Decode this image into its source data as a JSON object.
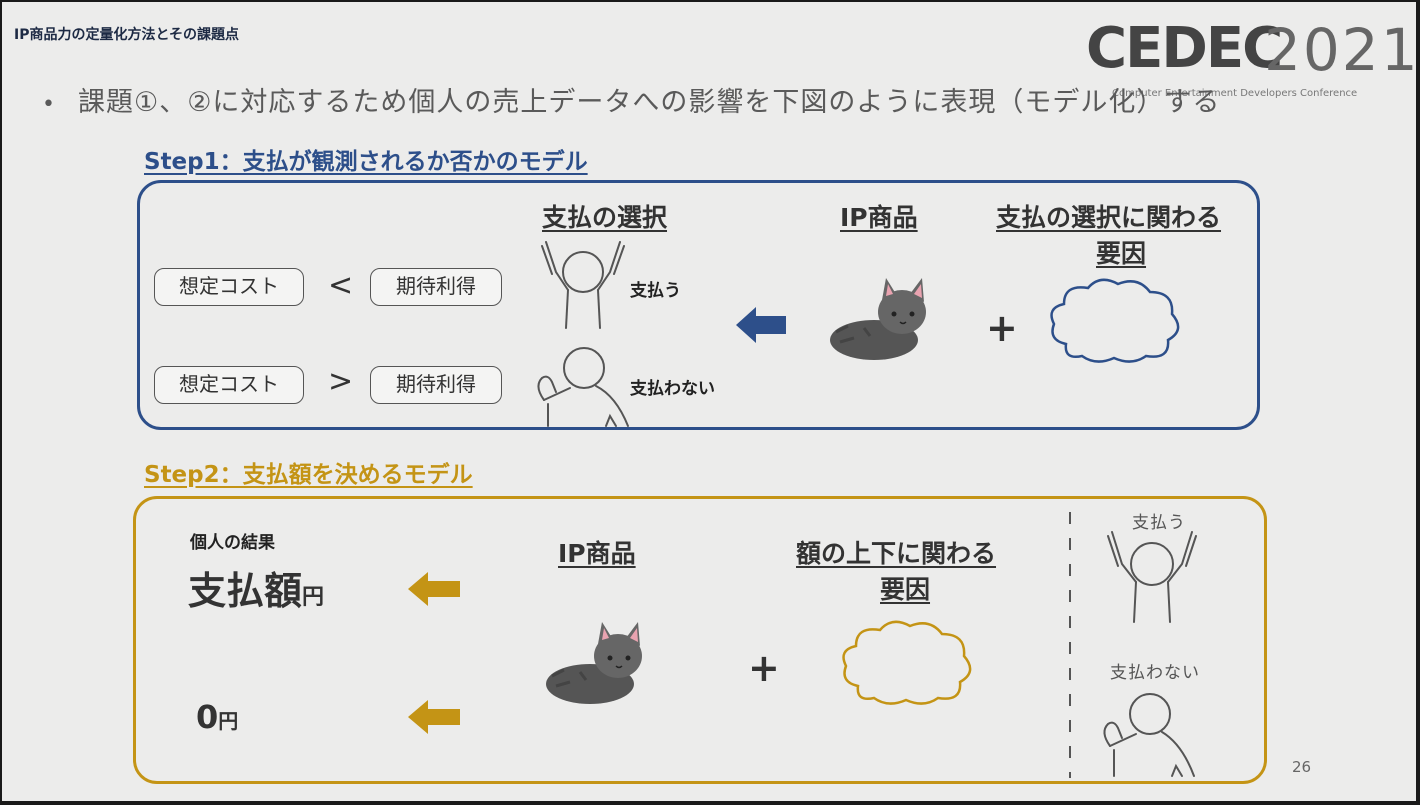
{
  "header": {
    "title": "IP商品力の定量化方法とその課題点"
  },
  "logo": {
    "brand": "CEDEC",
    "year": "2021",
    "subtitle": "Computer Entertainment Developers Conference"
  },
  "bullet": {
    "text": "課題①、②に対応するため個人の売上データへの影響を下図のように表現（モデル化）する"
  },
  "step1": {
    "title": "Step1：支払が観測されるか否かのモデル",
    "col_choice": "支払の選択",
    "col_ip": "IP商品",
    "col_factor_line1": "支払の選択に関わる",
    "col_factor_line2": "要因",
    "row1": {
      "left": "想定コスト",
      "op": "<",
      "right": "期待利得",
      "outcome": "支払う"
    },
    "row2": {
      "left": "想定コスト",
      "op": ">",
      "right": "期待利得",
      "outcome": "支払わない"
    },
    "plus": "+"
  },
  "step2": {
    "title": "Step2：支払額を決めるモデル",
    "result_label": "個人の結果",
    "pay_amount": "支払額",
    "pay_unit": "円",
    "zero": "0",
    "zero_unit": "円",
    "col_ip": "IP商品",
    "col_factor_line1": "額の上下に関わる",
    "col_factor_line2": "要因",
    "plus": "+",
    "side_pay": "支払う",
    "side_nopay": "支払わない"
  },
  "page": {
    "number": "26"
  },
  "colors": {
    "step1": "#2d4f8a",
    "step2": "#c49415",
    "background": "#ececeb"
  },
  "icons": [
    "person-arms-up-icon",
    "person-waving-icon",
    "cat-icon",
    "cloud-icon",
    "arrow-left-icon"
  ]
}
